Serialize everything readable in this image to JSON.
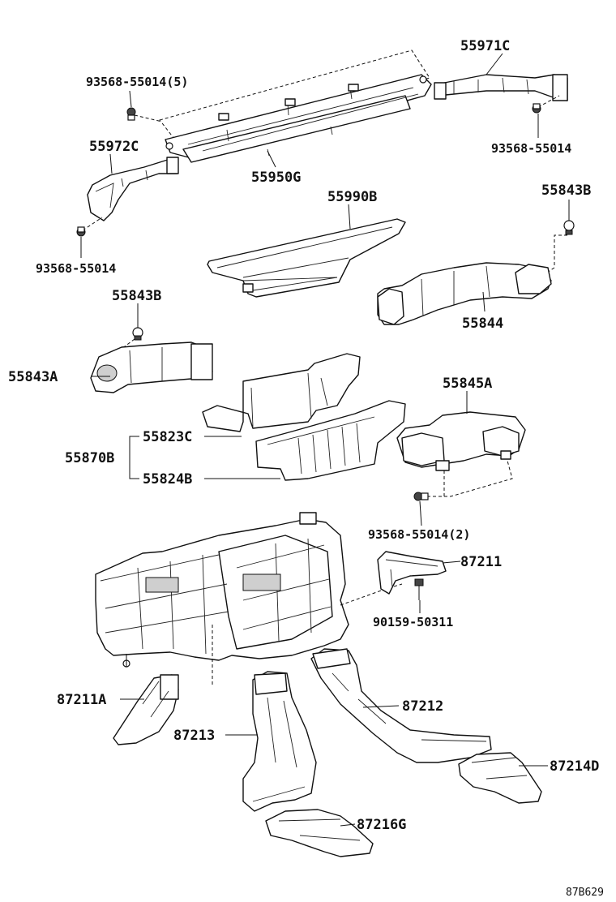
{
  "labels": {
    "p55971C": "55971C",
    "p93568_55014_5": "93568-55014(5)",
    "p55972C": "55972C",
    "p93568_55014_right": "93568-55014",
    "p55950G": "55950G",
    "p55990B": "55990B",
    "p55843B_right": "55843B",
    "p93568_55014_left": "93568-55014",
    "p55843B_left": "55843B",
    "p55844": "55844",
    "p55843A": "55843A",
    "p55845A": "55845A",
    "p55823C": "55823C",
    "p55870B": "55870B",
    "p55824B": "55824B",
    "p93568_55014_2": "93568-55014(2)",
    "p87211": "87211",
    "p90159_50311": "90159-50311",
    "p87211A": "87211A",
    "p87212": "87212",
    "p87213": "87213",
    "p87214D": "87214D",
    "p87216G": "87216G"
  },
  "diagram_ref": "87B629",
  "colors": {
    "ink": "#111111",
    "background": "#ffffff",
    "fill_shade": "#cfcfcf"
  }
}
